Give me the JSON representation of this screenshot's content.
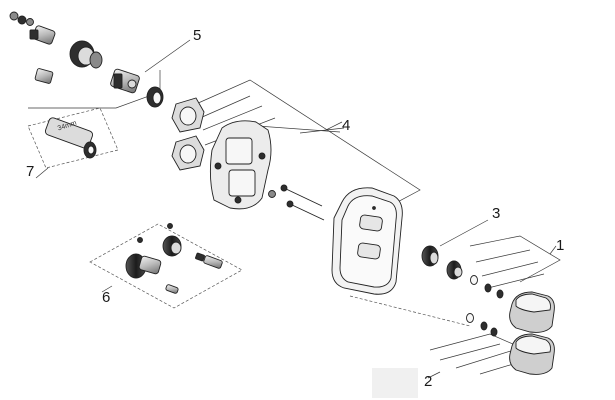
{
  "callouts": {
    "c1": "1",
    "c2": "2",
    "c3": "3",
    "c4": "4",
    "c5": "5",
    "c6": "6",
    "c7": "7"
  },
  "dimension_label": "34mm",
  "colors": {
    "line": "#222222",
    "dark_part": "#2e2e2e",
    "plate": "#eeeeee",
    "background": "#ffffff",
    "watermark_box": "#f0f0f0"
  }
}
